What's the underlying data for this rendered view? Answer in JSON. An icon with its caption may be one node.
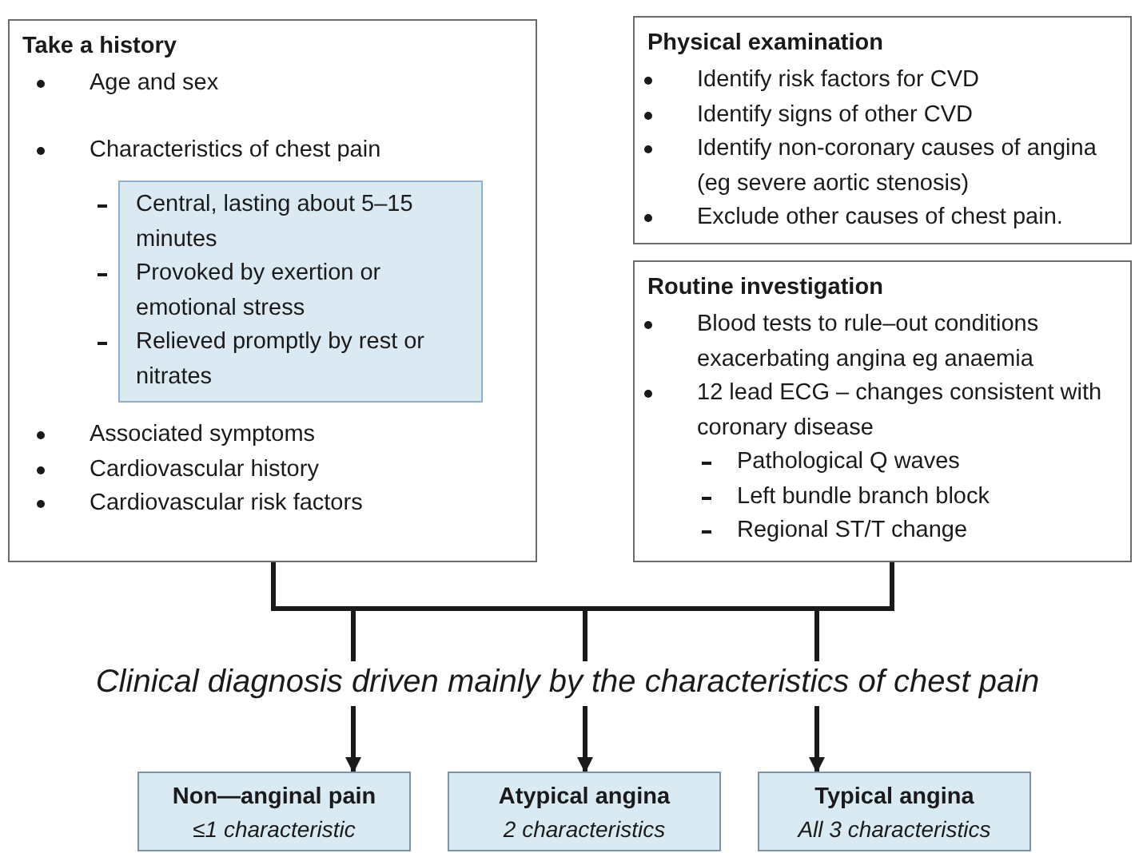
{
  "diagram": {
    "nodes": [
      {
        "text": [
          "Take a history",
          "Age and sex",
          "Characteristics of chest pain",
          "Associated symptoms",
          "Cardiovascular history",
          "Cardiovascular risk factors"
        ]
      },
      {
        "text": [
          "Central, lasting about 5–15 minutes",
          "Provoked by exertion or emotional stress",
          "Relieved promptly by rest or nitrates"
        ],
        "in": 0
      },
      {
        "text": [
          "Physical examination",
          "Identify risk factors for CVD",
          "Identify signs of other CVD",
          "Identify non-coronary causes of angina (eg severe aortic stenosis)",
          "Exclude other causes of chest pain."
        ]
      },
      {
        "text": [
          "Routine investigation",
          "Blood tests to rule–out conditions exacerbating angina eg anaemia",
          "12 lead ECG – changes consistent with coronary disease",
          "Pathological Q waves",
          "Left bundle branch block",
          "Regional ST/T change"
        ]
      },
      {
        "text": [
          "Clinical diagnosis driven mainly by the characteristics of chest pain"
        ]
      },
      {
        "text": [
          "Non—anginal pain",
          "≤1 characteristic"
        ]
      },
      {
        "text": [
          "Atypical angina",
          "2 characteristics"
        ]
      },
      {
        "text": [
          "Typical angina",
          "All 3 characteristics"
        ]
      }
    ],
    "edges": [
      {
        "from": 0,
        "to": 4,
        "arrow": "none"
      },
      {
        "from": 3,
        "to": 4,
        "arrow": "none"
      },
      {
        "from": 4,
        "to": 5,
        "arrow": "to"
      },
      {
        "from": 4,
        "to": 6,
        "arrow": "to"
      },
      {
        "from": 4,
        "to": 7,
        "arrow": "to"
      }
    ]
  }
}
